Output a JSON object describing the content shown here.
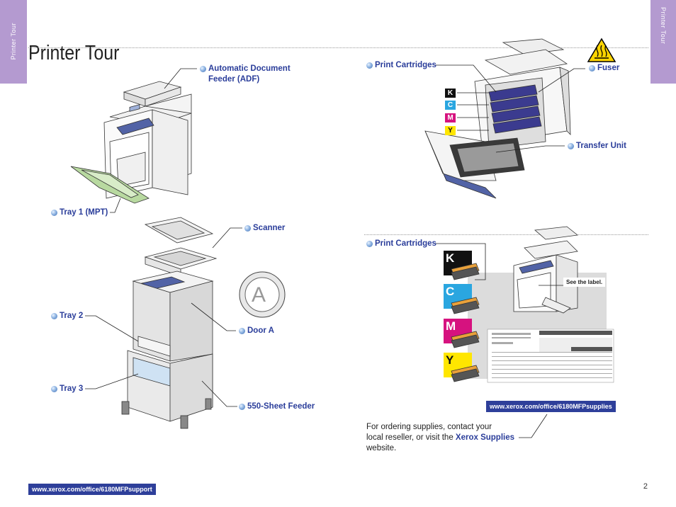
{
  "page": {
    "title": "Printer Tour",
    "side_tab_label": "Printer Tour",
    "page_number": "2",
    "support_url": "www.xerox.com/office/6180MFPsupport"
  },
  "callouts": {
    "adf_line1": "Automatic Document",
    "adf_line2": "Feeder (ADF)",
    "tray1": "Tray 1 (MPT)",
    "scanner": "Scanner",
    "tray2": "Tray 2",
    "door_a": "Door A",
    "tray3": "Tray 3",
    "feeder": "550-Sheet Feeder",
    "print_cartridges_top": "Print Cartridges",
    "fuser": "Fuser",
    "transfer_unit": "Transfer Unit",
    "print_cartridges_bottom": "Print Cartridges"
  },
  "door_letter": "A",
  "cartridge_letters": [
    "K",
    "C",
    "M",
    "Y"
  ],
  "see_label": "See the label.",
  "supplies": {
    "url": "www.xerox.com/office/6180MFPsupplies",
    "text_line1": "For ordering supplies, contact your",
    "text_line2_prefix": "local reseller, or visit the",
    "text_link": "Xerox Supplies",
    "text_line3": "website."
  },
  "colors": {
    "tab": "#b49ad0",
    "callout": "#2a3d9a",
    "url_box": "#2e3f9a",
    "K": "#111111",
    "C": "#2aa6e0",
    "M": "#d6127f",
    "Y": "#ffe600"
  }
}
